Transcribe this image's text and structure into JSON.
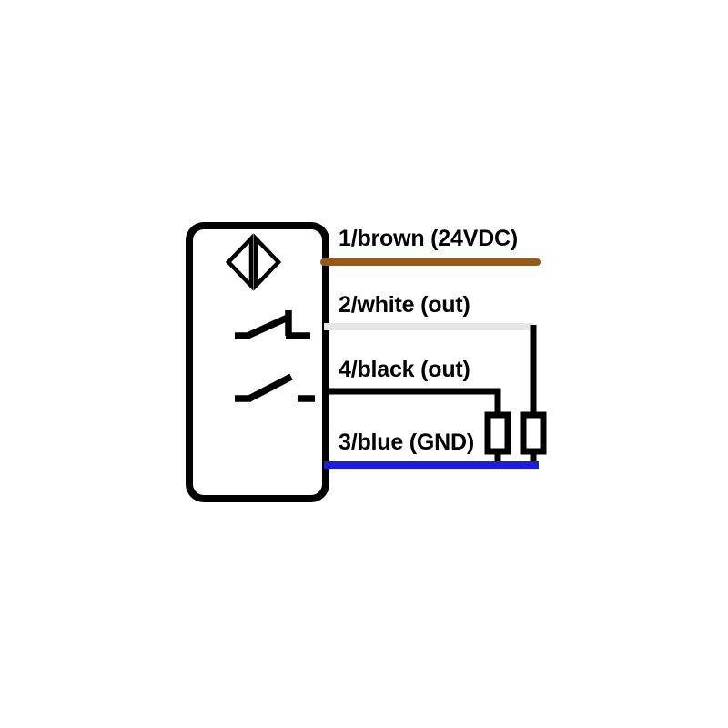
{
  "diagram": {
    "title": "Sensor connection wiring diagram",
    "type": "electrical-wiring-diagram",
    "background_color": "#ffffff"
  },
  "sensor": {
    "name": "sensor-body",
    "shape": "rounded-rectangle",
    "outline_color": "#000000",
    "fill_color": "#ffffff",
    "symbols": [
      {
        "name": "photoelectric-sensor-icon",
        "description": "diamond with inner vertical lens element"
      },
      {
        "name": "nc-contact-icon",
        "description": "normally closed switch contact"
      },
      {
        "name": "no-contact-icon",
        "description": "normally open switch contact"
      }
    ]
  },
  "wires": [
    {
      "id": "wire-1-brown",
      "pin": "1",
      "label": "1/brown (24VDC)",
      "color_name": "brown",
      "color": "#96591a",
      "function": "24VDC"
    },
    {
      "id": "wire-2-white",
      "pin": "2",
      "label": "2/white (out)",
      "color_name": "white",
      "color": "#e6e6e6",
      "function": "out"
    },
    {
      "id": "wire-4-black",
      "pin": "4",
      "label": "4/black (out)",
      "color_name": "black",
      "color": "#000000",
      "function": "out"
    },
    {
      "id": "wire-3-blue",
      "pin": "3",
      "label": "3/blue (GND)",
      "color_name": "blue",
      "color": "#1d1ddd",
      "function": "GND"
    }
  ],
  "loads": [
    {
      "id": "load-black-branch",
      "name": "load-resistor-1"
    },
    {
      "id": "load-white-branch",
      "name": "load-resistor-2"
    }
  ]
}
